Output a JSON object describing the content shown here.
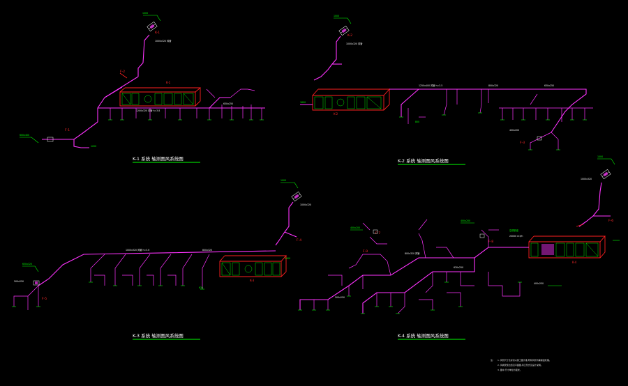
{
  "drawing": {
    "background": "#000000",
    "colors": {
      "duct": "#ff33ff",
      "equipment": "#ff2020",
      "annotation": "#00ff00",
      "text": "#ffffff"
    },
    "systems": [
      {
        "id": "K-1",
        "title": "K-1 系统 轴测图风系统图",
        "ahu_tag": "K-1"
      },
      {
        "id": "K-2",
        "title": "K-2 系统 轴测图风系统图",
        "ahu_tag": "K-2"
      },
      {
        "id": "K-3",
        "title": "K-3 系统 轴测图风系统图",
        "ahu_tag": "K-3"
      },
      {
        "id": "K-4",
        "title": "K-4 系统 轴测图风系统图",
        "ahu_tag": "K-4"
      }
    ],
    "notes": {
      "header": "注:",
      "lines": [
        "1. 风管尺寸及标高以施工图为准,所有风管均需保温处理。",
        "2. 风阀安装位置见平面图,风口形式见设计说明。",
        "3. 图中 尺寸单位为毫米。"
      ]
    }
  }
}
